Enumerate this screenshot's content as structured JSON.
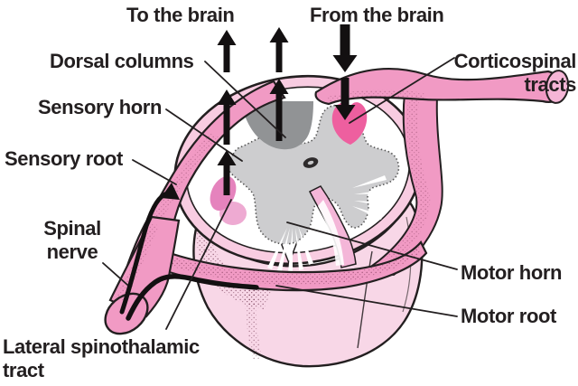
{
  "diagram": {
    "labels": {
      "to_brain": "To the brain",
      "from_brain": "From the brain",
      "dorsal_columns": "Dorsal columns",
      "corticospinal_tracts": "Corticospinal\ntracts",
      "sensory_horn": "Sensory horn",
      "sensory_root": "Sensory root",
      "spinal_nerve": "Spinal\nnerve",
      "lateral_spinothalamic_tract": "Lateral spinothalamic\ntract",
      "motor_horn": "Motor horn",
      "motor_root": "Motor root"
    },
    "arrows": {
      "ascending_up_arrow_count": 5,
      "descending_down_arrow_count": 2
    },
    "colors": {
      "background": "#ffffff",
      "cord_body_pink": "#f8d7e7",
      "ring_pink": "#f8cce1",
      "root_pink": "#f19ac4",
      "highlight_pink": "#ee5f9f",
      "lateral_tract_pink_dark": "#e583bd",
      "lateral_tract_pink_light": "#eeaad2",
      "cut_end_pink": "#f5b5d6",
      "gray_matter": "#cdcdcf",
      "dorsal_column_gray": "#919395",
      "outline": "#231f20",
      "text": "#231f20"
    }
  }
}
